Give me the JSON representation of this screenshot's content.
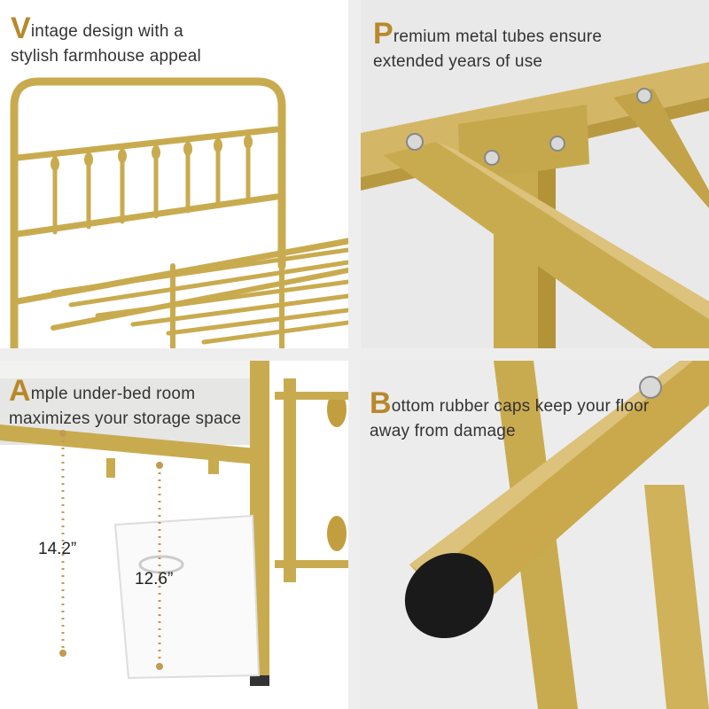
{
  "colors": {
    "gold": "#c9ab4f",
    "gold_dark": "#a88a35",
    "accent_text": "#b8892a",
    "text": "#333333"
  },
  "panels": [
    {
      "initial": "V",
      "rest_line1": "intage design with a",
      "line2": "stylish farmhouse appeal"
    },
    {
      "initial": "P",
      "rest_line1": "remium metal tubes ensure",
      "line2": "extended years of use"
    },
    {
      "initial": "A",
      "rest_line1": "mple under-bed room",
      "line2": "maximizes your storage space"
    },
    {
      "initial": "B",
      "rest_line1": "ottom rubber caps keep your floor",
      "line2": "away from damage"
    }
  ],
  "measurements": {
    "bed_height": "14.2”",
    "storage_height": "12.6”"
  }
}
